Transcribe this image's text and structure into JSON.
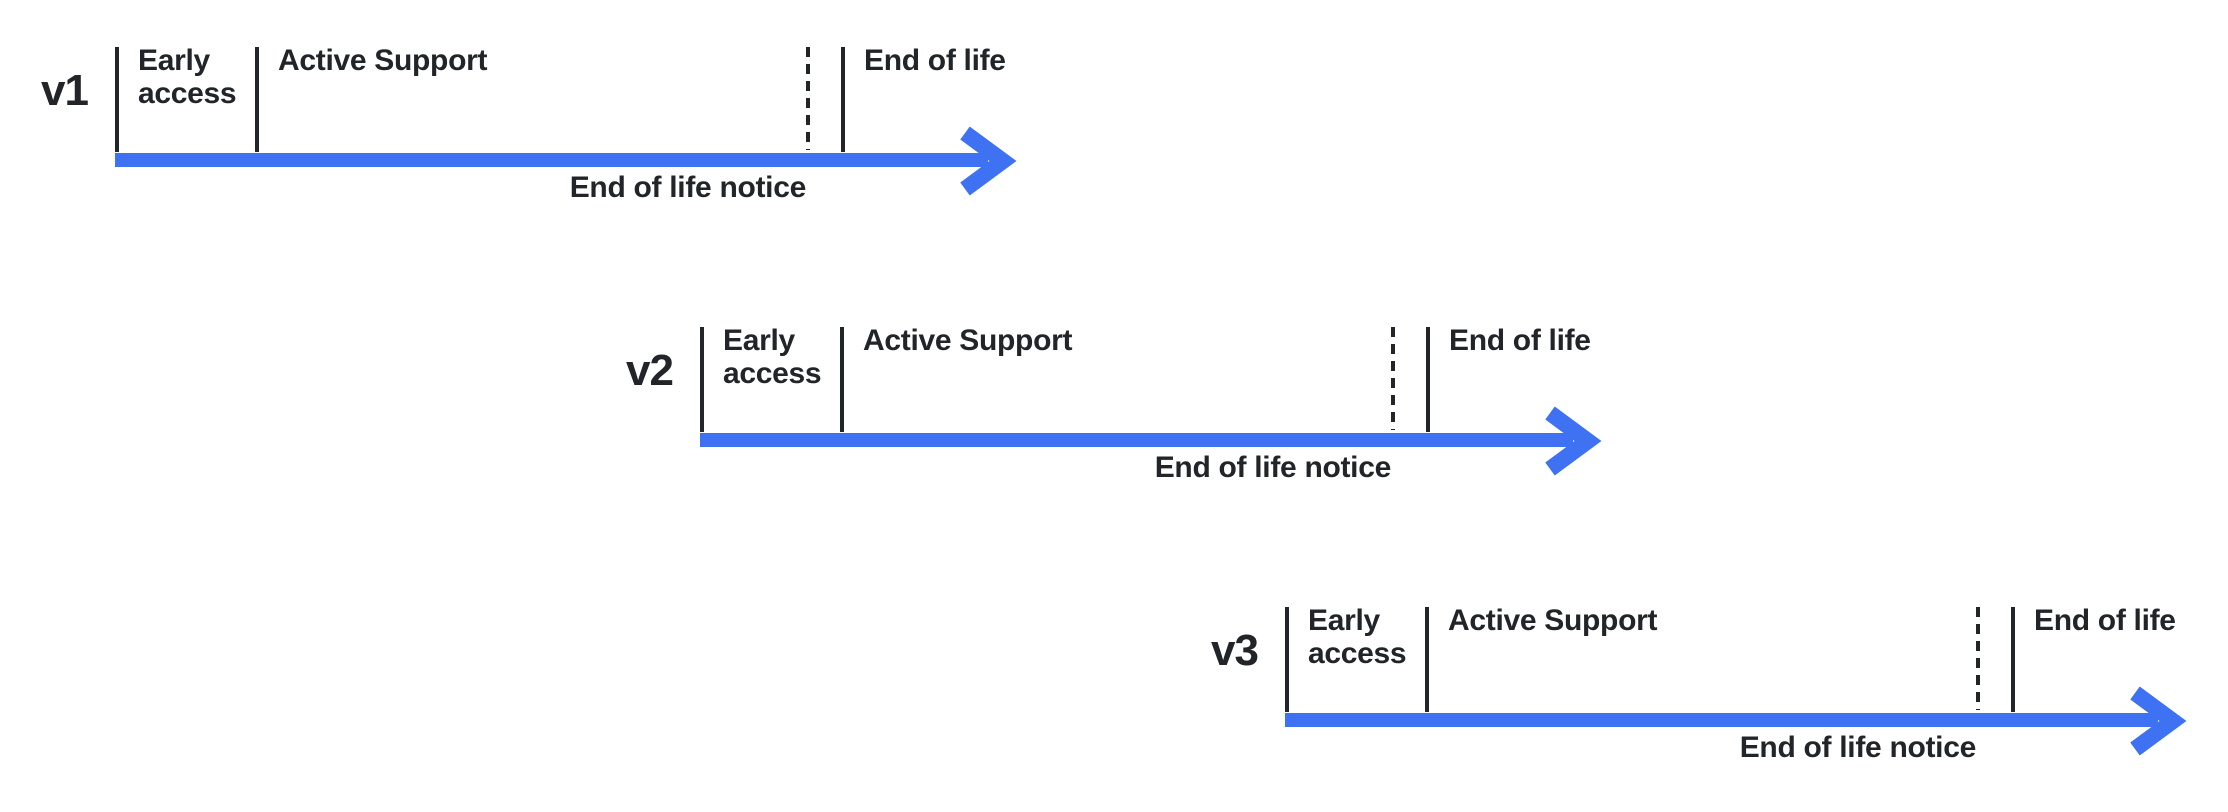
{
  "colors": {
    "arrow-blue": "#3E72F3",
    "ink": "#212429",
    "page-bg": "#FFFFFF"
  },
  "timelines": [
    {
      "version": "v1",
      "early_access": "Early access",
      "active_support": "Active Support",
      "end_of_life": "End of life",
      "end_of_life_notice": "End of life notice"
    },
    {
      "version": "v2",
      "early_access": "Early access",
      "active_support": "Active Support",
      "end_of_life": "End of life",
      "end_of_life_notice": "End of life notice"
    },
    {
      "version": "v3",
      "early_access": "Early access",
      "active_support": "Active Support",
      "end_of_life": "End of life",
      "end_of_life_notice": "End of life notice"
    }
  ]
}
